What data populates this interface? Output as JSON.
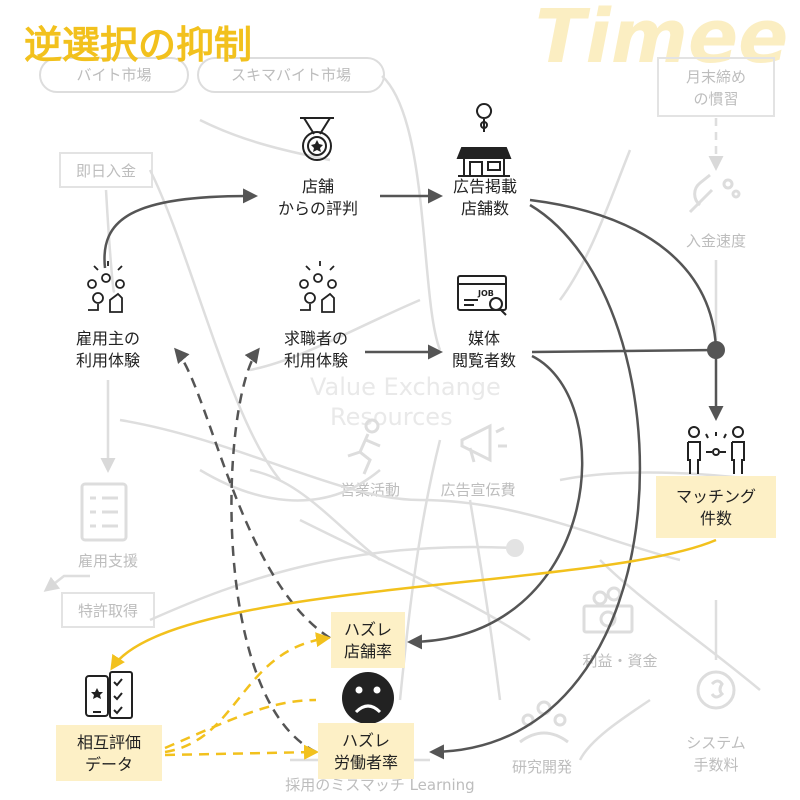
{
  "title": "逆選択の抑制",
  "brand": "Timee",
  "colors": {
    "accent": "#f2c11d",
    "dark": "#555555",
    "box": "#fdf0c6",
    "ghost": "#d9d9d9",
    "ghost_text": "#bdbdbd"
  },
  "nodes": {
    "store_reviews": {
      "line1": "店舗",
      "line2": "からの評判",
      "icon": "medal-icon"
    },
    "ad_stores": {
      "line1": "広告掲載",
      "line2": "店舗数",
      "icon": "storefront-icon"
    },
    "employer_exp": {
      "line1": "雇用主の",
      "line2": "利用体験",
      "icon": "satisfaction-icon"
    },
    "seeker_exp": {
      "line1": "求職者の",
      "line2": "利用体験",
      "icon": "satisfaction-icon"
    },
    "media_viewers": {
      "line1": "媒体",
      "line2": "閲覧者数",
      "icon": "job-board-icon"
    },
    "matching": {
      "line1": "マッチング",
      "line2": "件数",
      "icon": "matching-people-icon"
    },
    "bad_store_rate": {
      "line1": "ハズレ",
      "line2": "店舗率"
    },
    "bad_worker_rate": {
      "line1": "ハズレ",
      "line2": "労働者率"
    },
    "mutual_review": {
      "line1": "相互評価",
      "line2": "データ",
      "icon": "review-checklist-icon"
    }
  },
  "sad_face": {
    "icon": "sad-face-icon"
  },
  "background": {
    "pill1": "バイト市場",
    "pill2": "スキマバイト市場",
    "month_end": {
      "line1": "月末締め",
      "line2": "の慣習"
    },
    "instant_pay": "即日入金",
    "payment_speed": "入金速度",
    "watermark1": "Value Exchange",
    "watermark2": "Resources",
    "sales": "営業活動",
    "ad_spend": "広告宣伝費",
    "employment_support": "雇用支援",
    "patent": "特許取得",
    "profit": "利益・資金",
    "system_fee": {
      "line1": "システム",
      "line2": "手数料"
    },
    "rnd": "研究開発",
    "bottom_faint": "採用のミスマッチ Learning"
  }
}
